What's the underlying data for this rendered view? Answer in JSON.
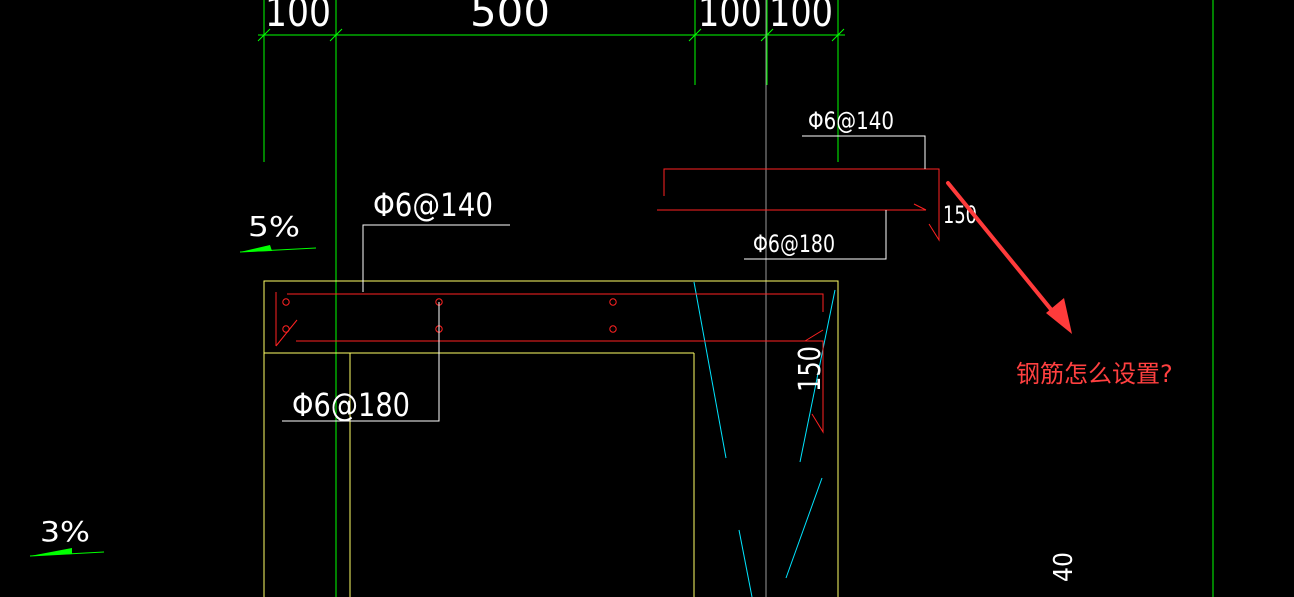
{
  "colors": {
    "background": "#000000",
    "dimension": "#00ff00",
    "outline": "#ffff66",
    "rebar": "#ff2222",
    "cyan": "#00e5ff",
    "text": "#ffffff",
    "annotation": "#ff4040",
    "arrow": "#ff3b3b"
  },
  "dimensions": {
    "d1": "100",
    "d2": "500",
    "d3": "100",
    "d4": "100"
  },
  "rebar_labels": {
    "top_right_upper": "Φ6@140",
    "top_right_lower": "Φ6@180",
    "top_right_height": "150",
    "main_upper": "Φ6@140",
    "main_lower": "Φ6@180",
    "main_height": "150"
  },
  "slopes": {
    "upper": "5%",
    "lower": "3%"
  },
  "edge_label": "40",
  "annotation": {
    "question": "钢筋怎么设置?"
  }
}
